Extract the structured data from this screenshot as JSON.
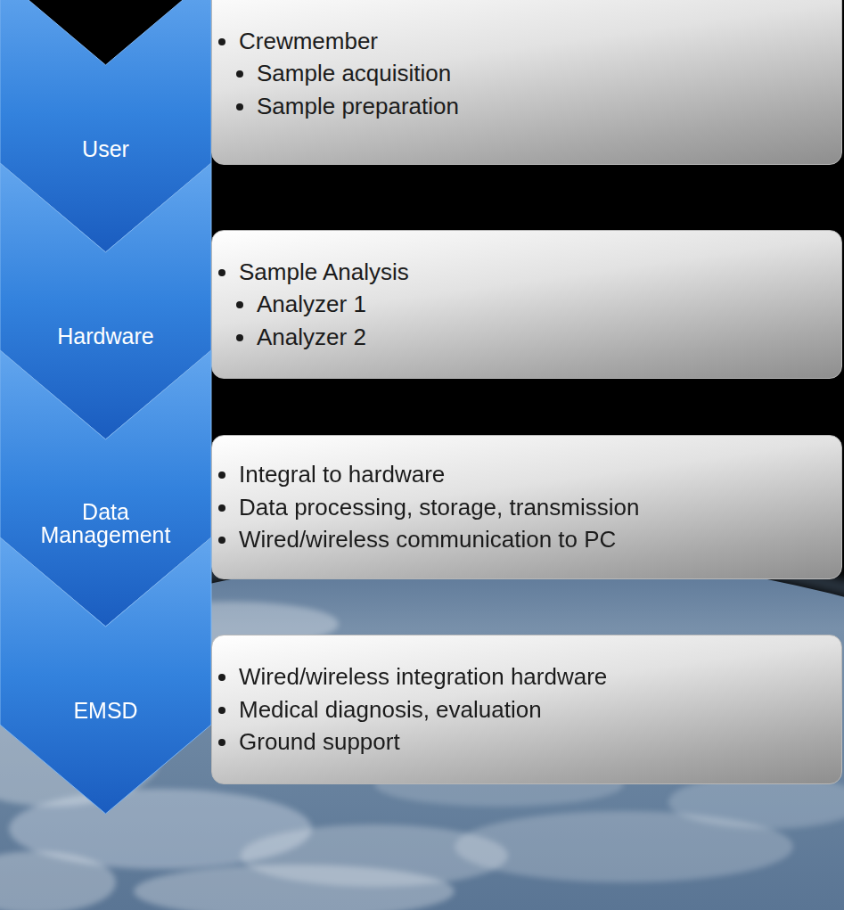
{
  "diagram": {
    "nodes": [
      {
        "text": [
          "User"
        ]
      },
      {
        "text": [
          "Crewmember",
          "Sample acquisition",
          "Sample preparation"
        ]
      },
      {
        "text": [
          "Hardware"
        ]
      },
      {
        "text": [
          "Sample Analysis",
          "Analyzer 1",
          "Analyzer 2"
        ]
      },
      {
        "text": [
          "Data Management"
        ]
      },
      {
        "text": [
          "Integral to hardware",
          "Data processing, storage, transmission",
          "Wired/wireless communication to PC"
        ]
      },
      {
        "text": [
          "EMSD"
        ]
      },
      {
        "text": [
          "Wired/wireless integration hardware",
          "Medical diagnosis, evaluation",
          "Ground support"
        ]
      }
    ]
  }
}
